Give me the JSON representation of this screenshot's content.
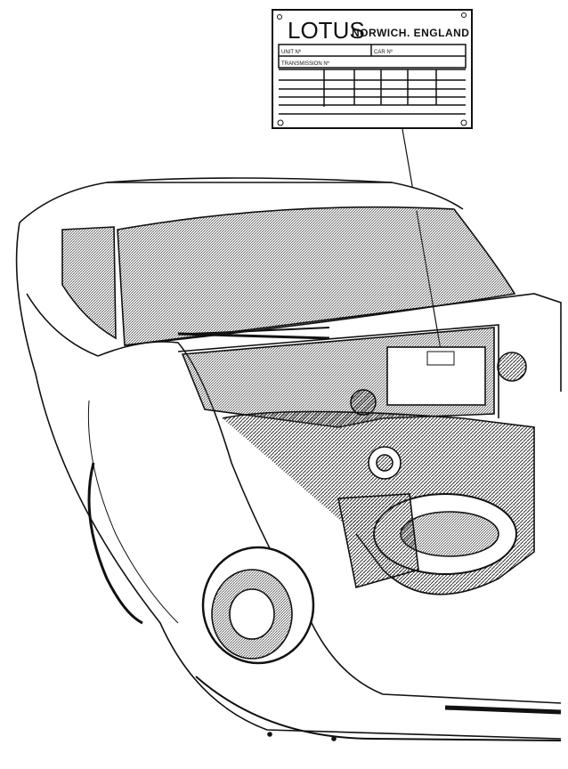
{
  "plate": {
    "brand": "LOTUS",
    "location": "NORWICH. ENGLAND",
    "unit_label": "UNIT Nº",
    "car_label": "CAR Nº",
    "transmission_label": "TRANSMISSION Nº"
  },
  "colors": {
    "ink": "#111111",
    "paper": "#ffffff",
    "hatch": "#555555"
  }
}
